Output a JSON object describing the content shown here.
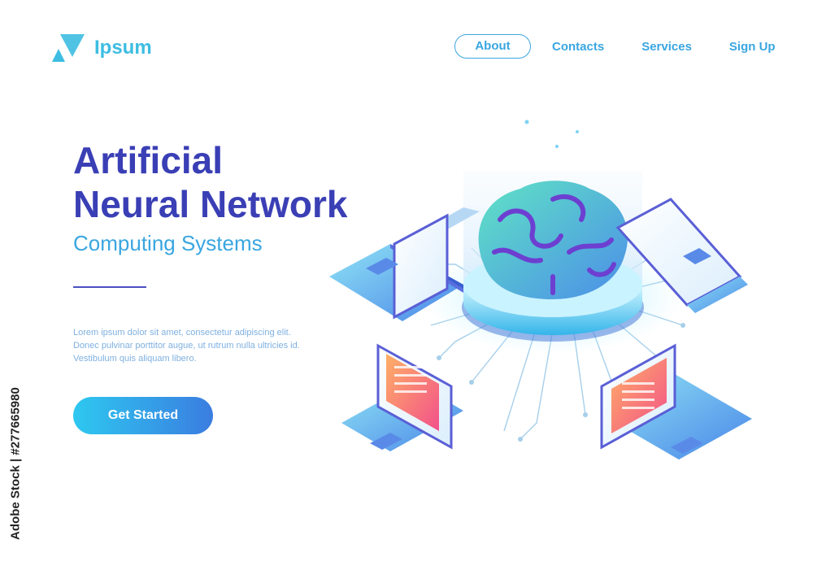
{
  "brand": {
    "name": "Ipsum",
    "color": "#3dbde2"
  },
  "nav": {
    "about": "About",
    "contacts": "Contacts",
    "services": "Services",
    "signup": "Sign Up"
  },
  "hero": {
    "title_line1": "Artificial",
    "title_line2": "Neural Network",
    "subtitle": "Computing Systems",
    "body": "Lorem ipsum dolor sit amet, consectetur adipiscing elit. Donec pulvinar porttitor augue, ut rutrum nulla ultricies id. Vestibulum quis aliquam libero.",
    "cta": "Get Started"
  },
  "watermark": "Adobe Stock | #277665980",
  "colors": {
    "title": "#3a3fb5",
    "accent": "#3aa6e0",
    "cta_start": "#2ec8f0",
    "cta_end": "#3a7de0"
  }
}
